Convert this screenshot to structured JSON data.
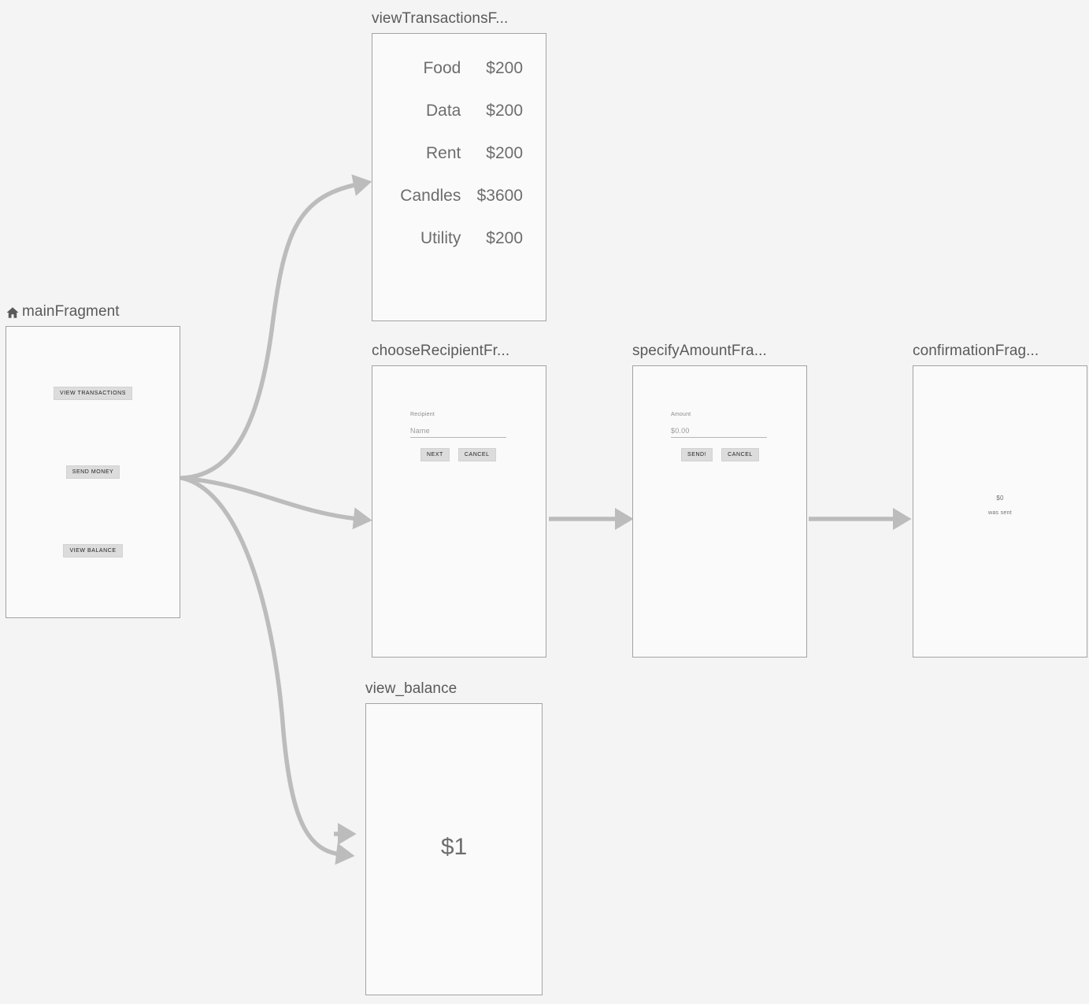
{
  "canvas": {
    "background": "#f4f4f4",
    "card_background": "#fafafa",
    "card_border": "#a3a3a3",
    "edge_color": "#bcbcbc",
    "title_color": "#5a5a5a"
  },
  "destinations": {
    "main": {
      "title": "mainFragment",
      "start_icon": "home-icon",
      "buttons": [
        {
          "label": "VIEW TRANSACTIONS"
        },
        {
          "label": "SEND MONEY"
        },
        {
          "label": "VIEW BALANCE"
        }
      ]
    },
    "view_transactions": {
      "title": "viewTransactionsF...",
      "transactions": [
        {
          "label": "Food",
          "amount": "$200"
        },
        {
          "label": "Data",
          "amount": "$200"
        },
        {
          "label": "Rent",
          "amount": "$200"
        },
        {
          "label": "Candles",
          "amount": "$3600"
        },
        {
          "label": "Utility",
          "amount": "$200"
        }
      ]
    },
    "choose_recipient": {
      "title": "chooseRecipientFr...",
      "field_label": "Recipient",
      "field_placeholder": "Name",
      "primary_button": "NEXT",
      "secondary_button": "CANCEL"
    },
    "specify_amount": {
      "title": "specifyAmountFra...",
      "field_label": "Amount",
      "field_placeholder": "$0.00",
      "primary_button": "SEND!",
      "secondary_button": "CANCEL"
    },
    "confirmation": {
      "title": "confirmationFrag...",
      "amount": "$0",
      "message": "was sent"
    },
    "view_balance": {
      "title": "view_balance",
      "balance": "$1"
    }
  }
}
